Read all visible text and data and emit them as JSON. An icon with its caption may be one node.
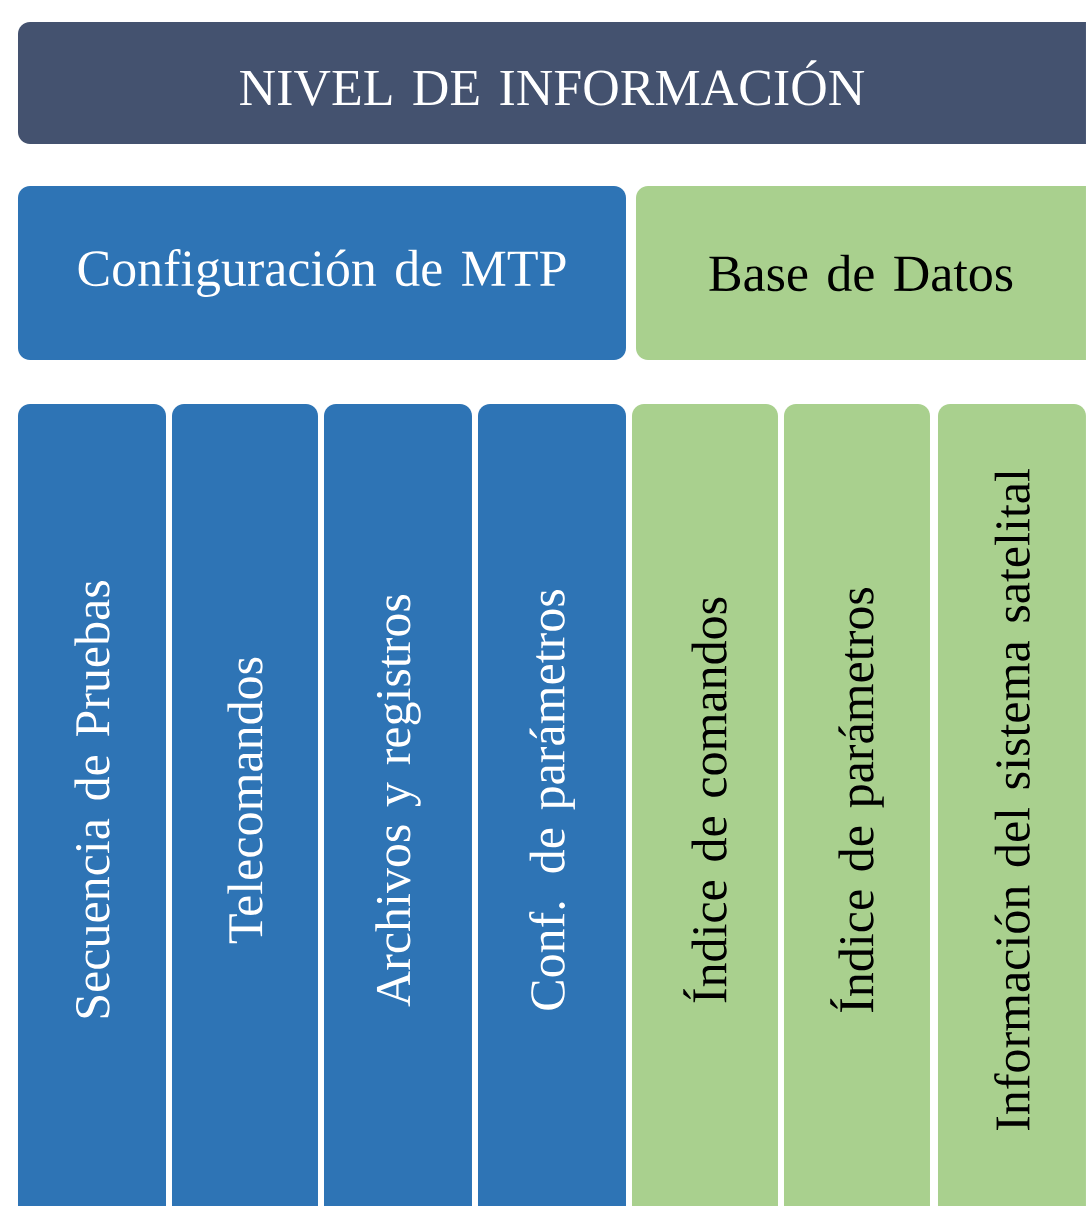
{
  "diagram": {
    "nodes": [
      {
        "text": [
          "NIVEL DE INFORMACIÓN"
        ]
      },
      {
        "text": [
          "Configuración de MTP"
        ]
      },
      {
        "text": [
          "Base de Datos"
        ]
      },
      {
        "text": [
          "Secuencia de Pruebas"
        ]
      },
      {
        "text": [
          "Telecomandos"
        ]
      },
      {
        "text": [
          "Archivos y registros"
        ]
      },
      {
        "text": [
          "Conf. de parámetros"
        ]
      },
      {
        "text": [
          "Índice de comandos"
        ]
      },
      {
        "text": [
          "Índice de parámetros"
        ]
      },
      {
        "text": [
          "Información del sistema satelital"
        ]
      }
    ]
  }
}
